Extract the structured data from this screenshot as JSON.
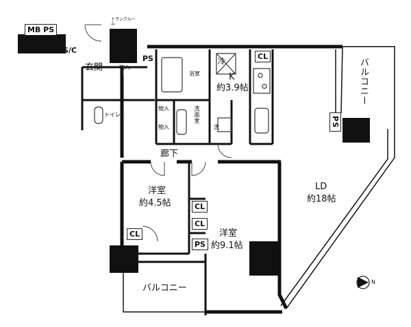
{
  "labels": {
    "mb_ps": "MB PS",
    "trunk_room": "トランクルーム",
    "sic": "S/C",
    "entrance": "玄関",
    "storage_entrance": "物入",
    "ps_top": "PS",
    "bath": "浴室",
    "fridge": "冷",
    "kitchen": "K",
    "kitchen_size": "約3.9帖",
    "cl_kitchen": "CL",
    "balcony_right": "バルコニー",
    "ps_right": "PS",
    "toilet": "トイレ",
    "storage_1": "物入",
    "storage_2": "物入",
    "washroom": "洗面室",
    "washer": "洗",
    "corridor": "廊下",
    "western1": "洋室",
    "western1_size": "約4.5帖",
    "ld": "LD",
    "ld_size": "約18帖",
    "cl_1": "CL",
    "cl_2": "CL",
    "cl_3": "CL",
    "western2": "洋室",
    "western2_size": "約9.1帖",
    "ps_mid": "PS",
    "balcony_bottom": "バルコニー",
    "north": "N"
  },
  "colors": {
    "wall": "#111111",
    "pillar": "#111111",
    "fixture": "#333333"
  }
}
